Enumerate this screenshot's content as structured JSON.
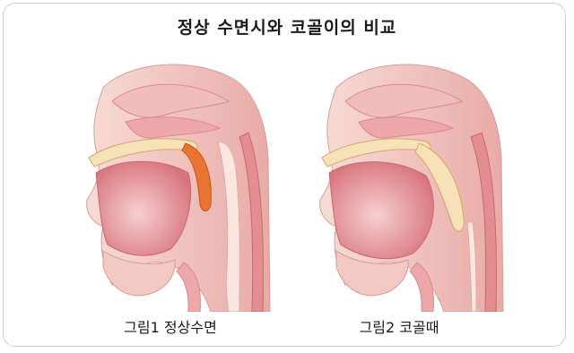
{
  "title": "정상 수면시와 코골이의 비교",
  "figures": [
    {
      "caption": "그림1 정상수면",
      "airway_state": "open"
    },
    {
      "caption": "그림2 코골때",
      "airway_state": "narrowed"
    }
  ],
  "colors": {
    "tissue_light": "#f6d2cf",
    "tissue_mid": "#eba3a2",
    "tissue_dark": "#d9787c",
    "palate_orange": "#e8742f",
    "palate_cream": "#f7e2b8",
    "skin": "#f1c9c0"
  }
}
